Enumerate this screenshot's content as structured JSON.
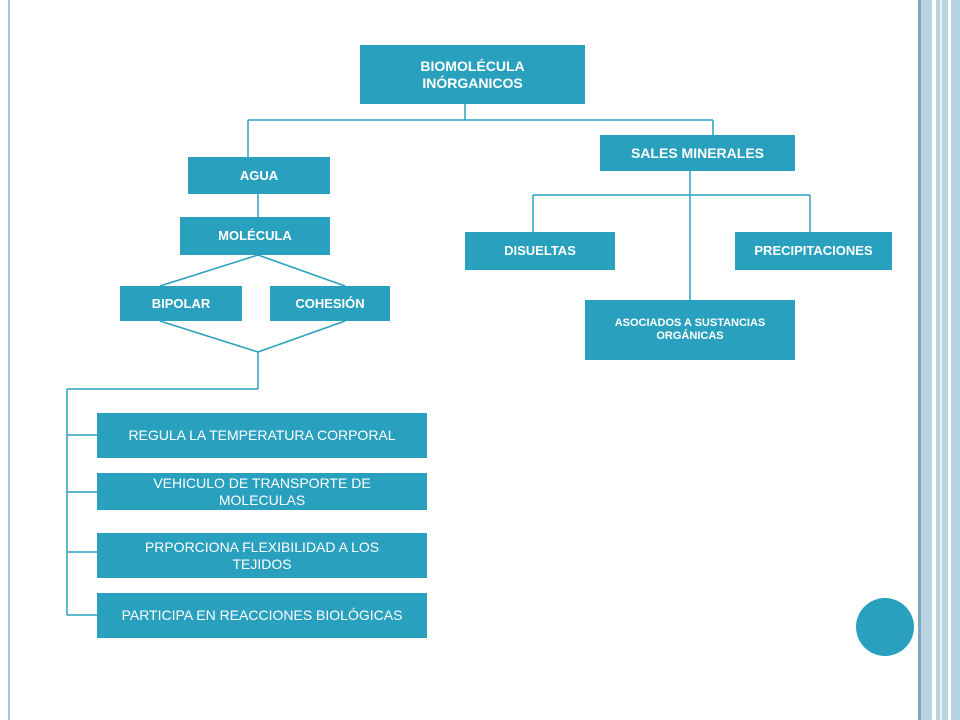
{
  "colors": {
    "node_fill": "#2aa0bf",
    "node_text": "#ffffff",
    "connector": "#2aa0bf",
    "frame": "#b9d3e0"
  },
  "diagram": {
    "root": "BIOMOLÉCULA INÓRGANICOS",
    "agua": "AGUA",
    "molecula": "MOLÉCULA",
    "bipolar": "BIPOLAR",
    "cohesion": "COHESIÓN",
    "functions": [
      "REGULA LA TEMPERATURA CORPORAL",
      "VEHICULO DE TRANSPORTE DE MOLECULAS",
      "PRPORCIONA FLEXIBILIDAD  A LOS TEJIDOS",
      "PARTICIPA EN REACCIONES BIOLÓGICAS"
    ],
    "sales": "SALES MINERALES",
    "disueltas": "DISUELTAS",
    "precipitaciones": "PRECIPITACIONES",
    "asociados": "ASOCIADOS  A SUSTANCIAS ORGÁNICAS"
  }
}
